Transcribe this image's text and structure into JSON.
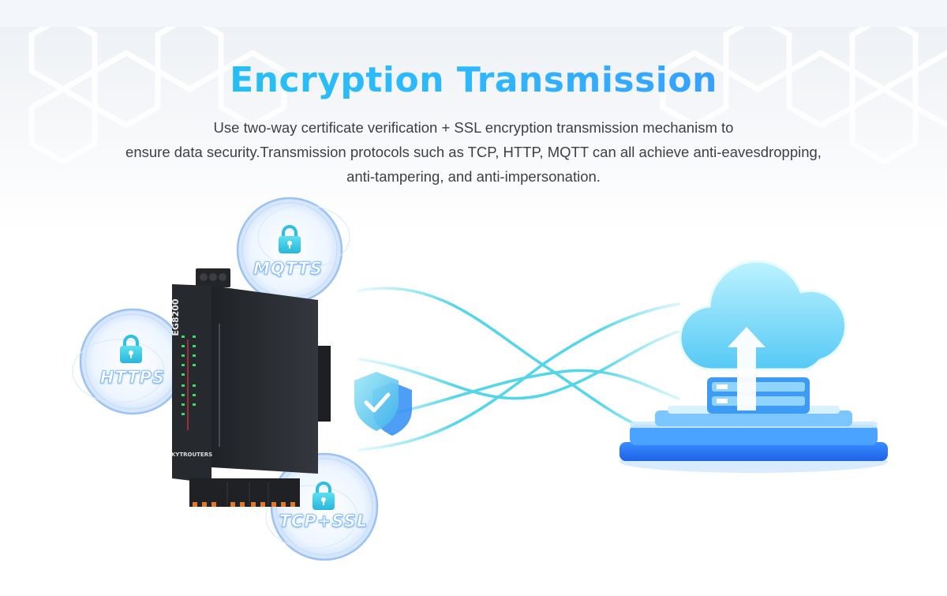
{
  "header": {
    "title": "Encryption Transmission",
    "description_lines": [
      "Use two-way certificate verification + SSL encryption transmission mechanism to",
      "ensure data security.Transmission protocols such as TCP, HTTP, MQTT can all achieve anti-eavesdropping,",
      "anti-tampering, and anti-impersonation."
    ]
  },
  "badges": {
    "mqtts": "MQTTS",
    "https": "HTTPS",
    "tcp_ssl": "TCP+SSL"
  },
  "device": {
    "model": "EG8200",
    "brand": "KYTROUTERS"
  },
  "icons": [
    "lock-icon",
    "shield-check-icon",
    "cloud-upload-icon",
    "server-icon"
  ],
  "colors": {
    "title_start": "#1ec6e6",
    "title_end": "#3d8cff",
    "accent_blue": "#2f7df6",
    "badge_ring": "#8fb8f5",
    "device_body": "#2b2e33"
  }
}
